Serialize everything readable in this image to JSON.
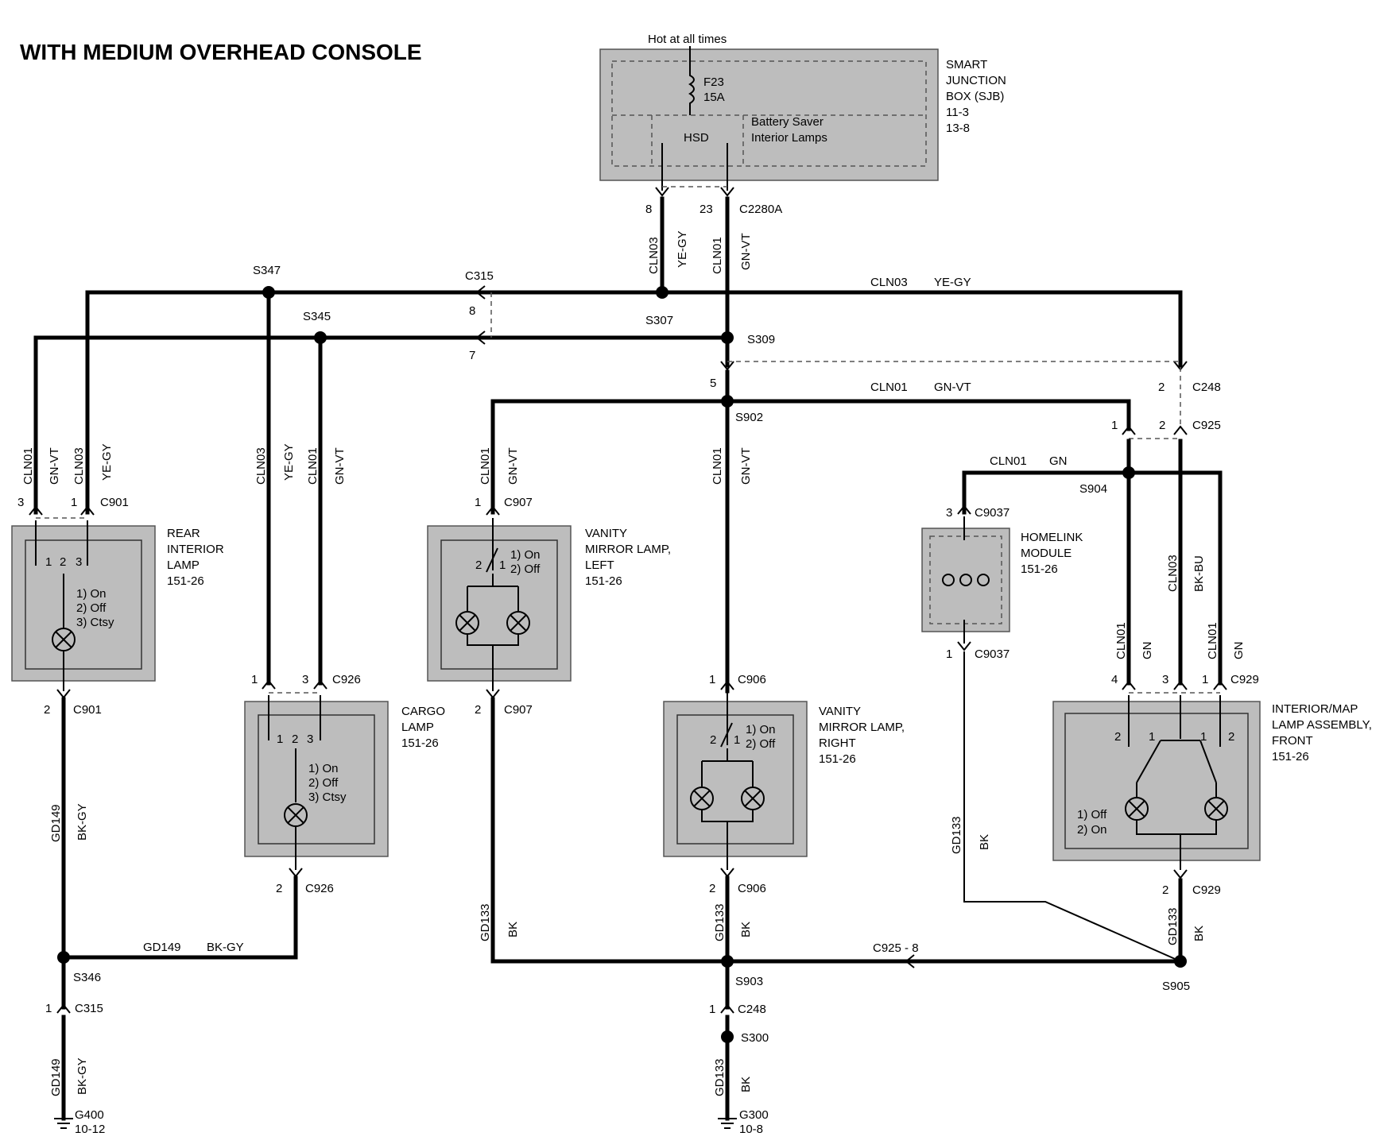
{
  "title": "WITH MEDIUM OVERHEAD CONSOLE",
  "sjb": {
    "supply": "Hot at all times",
    "fuse_id": "F23",
    "fuse_rating": "15A",
    "hsd": "HSD",
    "battery_saver_line1": "Battery Saver",
    "battery_saver_line2": "Interior Lamps",
    "name_line1": "SMART",
    "name_line2": "JUNCTION",
    "name_line3": "BOX (SJB)",
    "ref1": "11-3",
    "ref2": "13-8",
    "pin_a": "8",
    "pin_b": "23",
    "connector": "C2280A"
  },
  "circuits": {
    "cln03": "CLN03",
    "cln01": "CLN01",
    "ye_gy": "YE-GY",
    "gn_vt": "GN-VT",
    "gn": "GN",
    "bk_bu": "BK-BU",
    "gd149": "GD149",
    "gd133": "GD133",
    "bk_gy": "BK-GY",
    "bk": "BK"
  },
  "splices": {
    "s347": "S347",
    "s345": "S345",
    "s307": "S307",
    "s309": "S309",
    "s902": "S902",
    "s904": "S904",
    "s346": "S346",
    "s903": "S903",
    "s905": "S905",
    "s300": "S300"
  },
  "connectors": {
    "c315": "C315",
    "c315_pin8": "8",
    "c315_pin7": "7",
    "c315_pin1": "1",
    "c248": "C248",
    "c248_pin2": "2",
    "c248_pin5": "5",
    "c248_pin1": "1",
    "c925": "C925",
    "c925_pin1": "1",
    "c925_pin2": "2",
    "c925_8": "C925 - 8"
  },
  "rear_lamp": {
    "name1": "REAR",
    "name2": "INTERIOR",
    "name3": "LAMP",
    "ref": "151-26",
    "conn_top": "C901",
    "pin_3": "3",
    "pin_1": "1",
    "conn_bottom": "C901",
    "pin_bottom": "2",
    "sw_1": "1",
    "sw_2": "2",
    "sw_3": "3",
    "opt1": "1) On",
    "opt2": "2) Off",
    "opt3": "3) Ctsy"
  },
  "cargo_lamp": {
    "name1": "CARGO",
    "name2": "LAMP",
    "ref": "151-26",
    "conn_top": "C926",
    "pin_1": "1",
    "pin_3": "3",
    "conn_bottom": "C926",
    "pin_bottom": "2",
    "sw_1": "1",
    "sw_2": "2",
    "sw_3": "3",
    "opt1": "1) On",
    "opt2": "2) Off",
    "opt3": "3) Ctsy"
  },
  "vanity_left": {
    "name1": "VANITY",
    "name2": "MIRROR LAMP,",
    "name3": "LEFT",
    "ref": "151-26",
    "conn_top": "C907",
    "pin_top": "1",
    "conn_bottom": "C907",
    "pin_bottom": "2",
    "sw_1": "1",
    "sw_2": "2",
    "opt1": "1) On",
    "opt2": "2) Off"
  },
  "vanity_right": {
    "name1": "VANITY",
    "name2": "MIRROR LAMP,",
    "name3": "RIGHT",
    "ref": "151-26",
    "conn_top": "C906",
    "pin_top": "1",
    "conn_bottom": "C906",
    "pin_bottom": "2",
    "sw_1": "1",
    "sw_2": "2",
    "opt1": "1) On",
    "opt2": "2) Off"
  },
  "homelink": {
    "name1": "HOMELINK",
    "name2": "MODULE",
    "ref": "151-26",
    "conn_top": "C9037",
    "pin_top": "3",
    "conn_bottom": "C9037",
    "pin_bottom": "1"
  },
  "front_lamp": {
    "name1": "INTERIOR/MAP",
    "name2": "LAMP ASSEMBLY,",
    "name3": "FRONT",
    "ref": "151-26",
    "conn_top": "C929",
    "pin_4": "4",
    "pin_3": "3",
    "pin_1": "1",
    "conn_bottom": "C929",
    "pin_bottom": "2",
    "sw_2a": "2",
    "sw_1a": "1",
    "sw_1b": "1",
    "sw_2b": "2",
    "opt1": "1) Off",
    "opt2": "2) On"
  },
  "grounds": {
    "g400": "G400",
    "g400_ref": "10-12",
    "g300": "G300",
    "g300_ref": "10-8"
  }
}
